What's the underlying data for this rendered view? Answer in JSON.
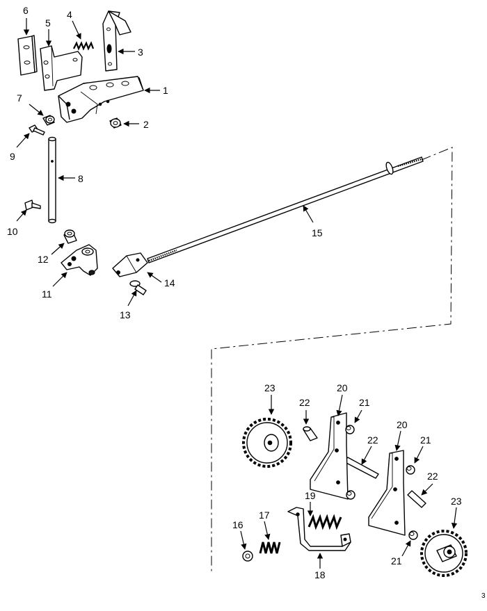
{
  "diagram": {
    "callouts": {
      "c1": "1",
      "c2": "2",
      "c3": "3",
      "c4": "4",
      "c5": "5",
      "c6": "6",
      "c7": "7",
      "c8": "8",
      "c9": "9",
      "c10": "10",
      "c11": "11",
      "c12": "12",
      "c13": "13",
      "c14": "14",
      "c15": "15",
      "c16": "16",
      "c17": "17",
      "c18": "18",
      "c19": "19",
      "c20a": "20",
      "c20b": "20",
      "c21a": "21",
      "c21b": "21",
      "c21c": "21",
      "c22a": "22",
      "c22b": "22",
      "c22c": "22",
      "c23a": "23",
      "c23b": "23"
    },
    "marker": "3"
  }
}
